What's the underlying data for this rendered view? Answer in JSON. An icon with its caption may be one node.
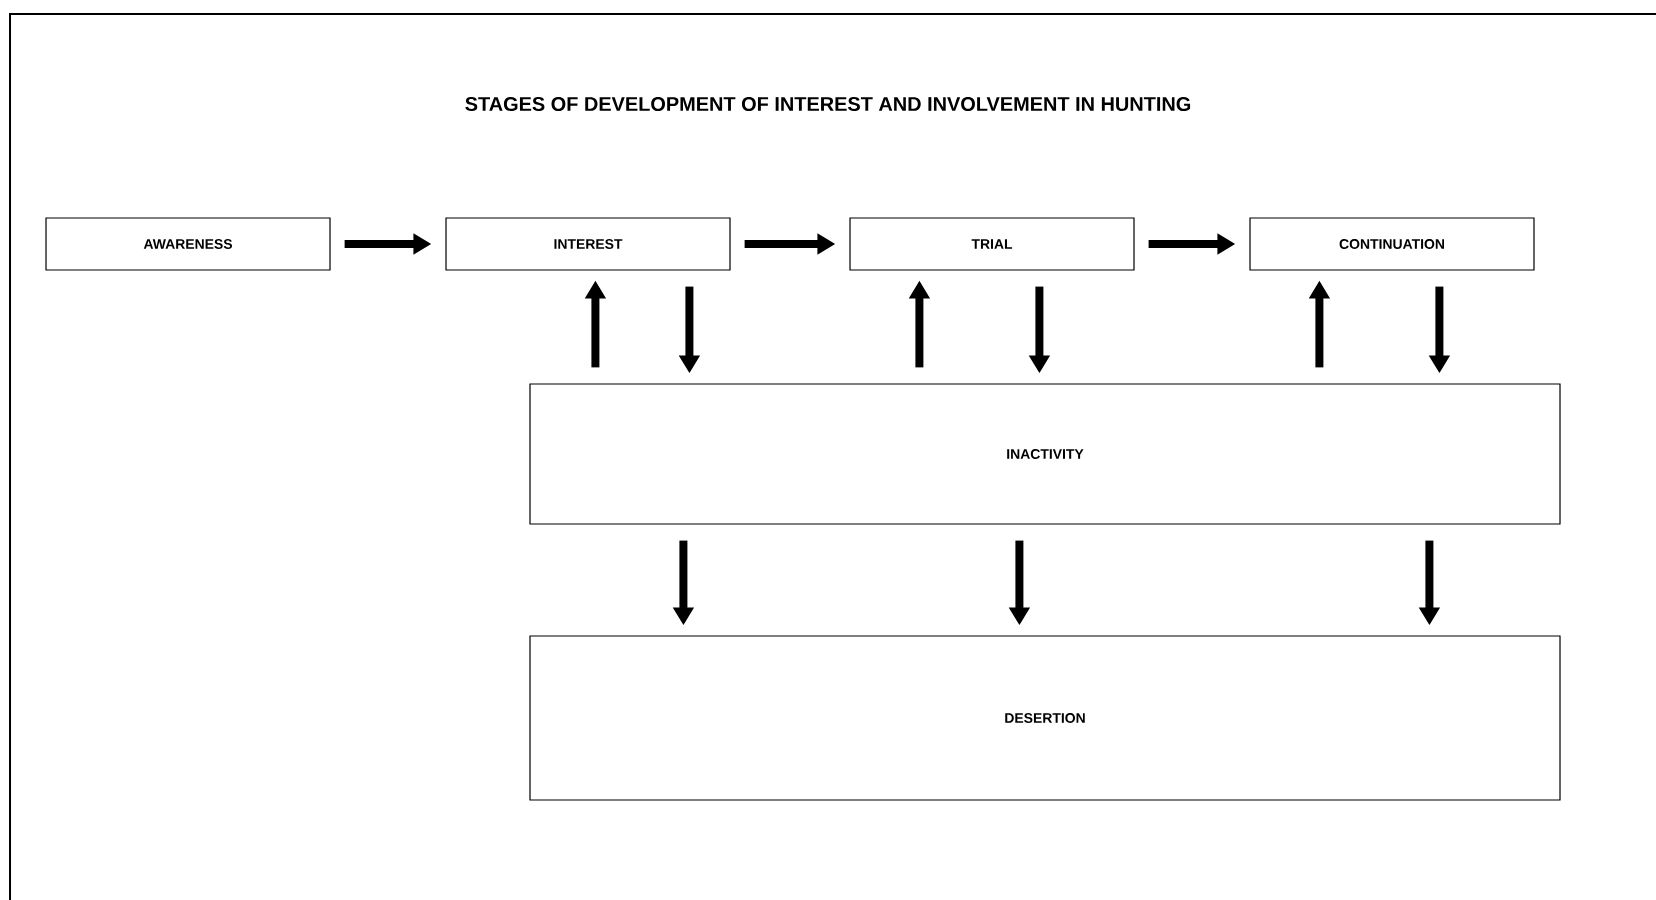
{
  "diagram": {
    "title": "STAGES OF DEVELOPMENT OF INTEREST AND INVOLVEMENT IN HUNTING",
    "nodes": [
      {
        "text": [
          "AWARENESS"
        ]
      },
      {
        "text": [
          "INTEREST"
        ]
      },
      {
        "text": [
          "TRIAL"
        ]
      },
      {
        "text": [
          "CONTINUATION"
        ]
      },
      {
        "text": [
          "INACTIVITY"
        ]
      },
      {
        "text": [
          "DESERTION"
        ]
      }
    ],
    "edges": [
      {
        "from": 0,
        "to": 1,
        "arrow": "to"
      },
      {
        "from": 1,
        "to": 2,
        "arrow": "to"
      },
      {
        "from": 2,
        "to": 3,
        "arrow": "to"
      },
      {
        "from": 4,
        "to": 1,
        "arrow": "to"
      },
      {
        "from": 1,
        "to": 4,
        "arrow": "to"
      },
      {
        "from": 4,
        "to": 2,
        "arrow": "to"
      },
      {
        "from": 2,
        "to": 4,
        "arrow": "to"
      },
      {
        "from": 4,
        "to": 3,
        "arrow": "to"
      },
      {
        "from": 3,
        "to": 4,
        "arrow": "to"
      },
      {
        "from": 4,
        "to": 5,
        "arrow": "to"
      },
      {
        "from": 4,
        "to": 5,
        "arrow": "to"
      },
      {
        "from": 4,
        "to": 5,
        "arrow": "to"
      }
    ]
  }
}
